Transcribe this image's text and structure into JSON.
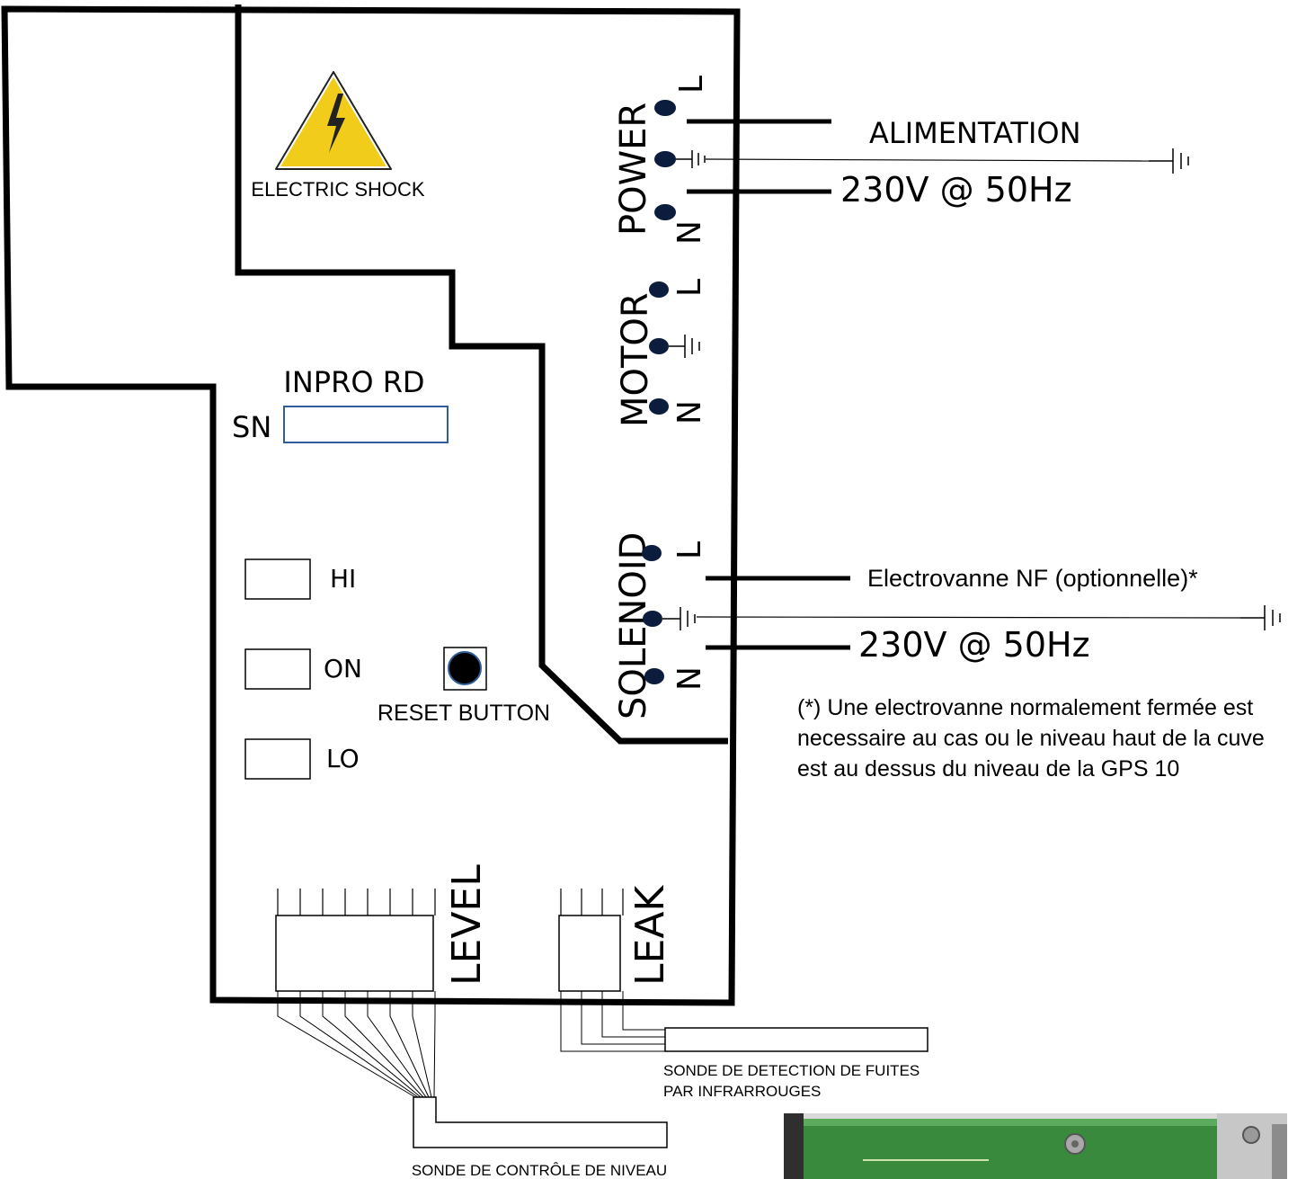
{
  "warning": {
    "label": "ELECTRIC SHOCK"
  },
  "board": {
    "model": "INPRO RD",
    "sn_label": "SN",
    "sn_value": ""
  },
  "terminals": {
    "power": {
      "title": "POWER",
      "l": "L",
      "n": "N"
    },
    "motor": {
      "title": "MOTOR",
      "l": "L",
      "n": "N"
    },
    "solenoid": {
      "title": "SOLENOID",
      "l": "L",
      "n": "N"
    }
  },
  "supply": {
    "label": "ALIMENTATION",
    "voltage": "230V @ 50Hz"
  },
  "valve": {
    "label": "Electrovanne NF (optionnelle)*",
    "voltage": "230V @ 50Hz",
    "note_lines": [
      "(*) Une electrovanne normalement fermée est",
      "necessaire au cas ou le niveau haut de la cuve",
      "est au dessus du niveau de la GPS 10"
    ]
  },
  "indicators": {
    "hi": "HI",
    "on": "ON",
    "lo": "LO"
  },
  "reset": {
    "label": "RESET BUTTON"
  },
  "connectors": {
    "level": "LEVEL",
    "leak": "LEAK"
  },
  "probes": {
    "leak_lines": [
      "SONDE DE DETECTION DE FUITES",
      "PAR INFRARROUGES"
    ],
    "level": "SONDE DE CONTRÔLE DE NIVEAU"
  },
  "colors": {
    "warning_yellow": "#f2cc1a",
    "terminal_dot": "#0c1c3d",
    "sn_box": "#2e5e9a",
    "board_green": "#3a8a3e"
  }
}
